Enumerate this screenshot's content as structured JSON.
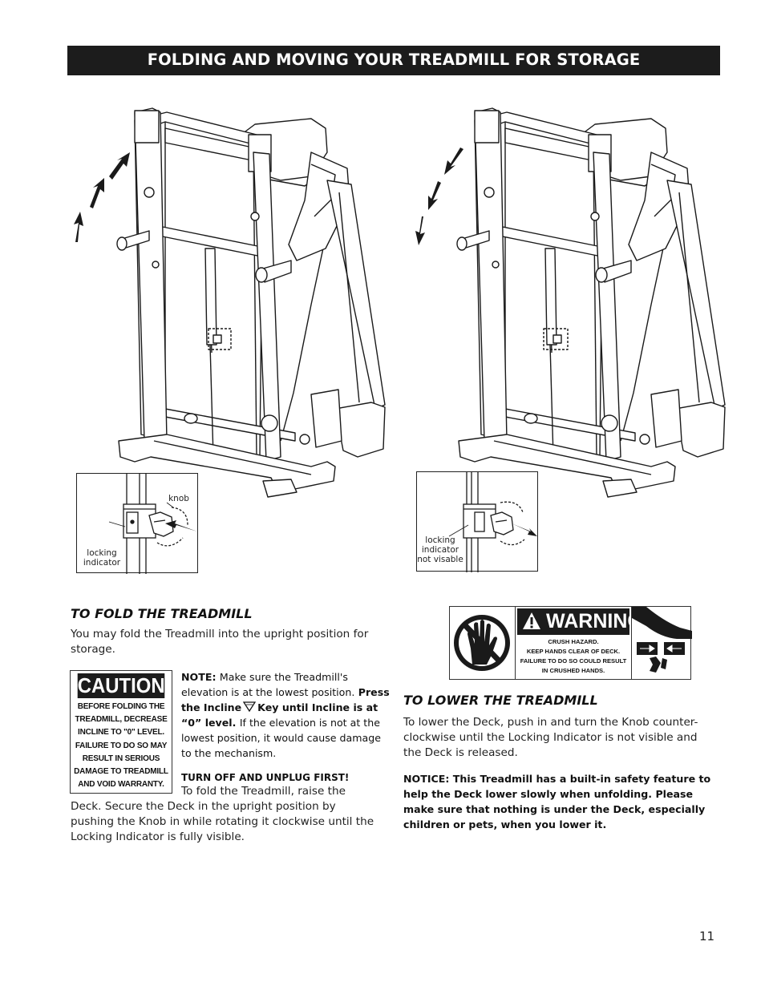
{
  "header": {
    "title": "FOLDING AND MOVING YOUR TREADMILL FOR STORAGE"
  },
  "figure_fold": {
    "inset_labels": {
      "knob": "knob",
      "locking_indicator": "locking\nindicator"
    }
  },
  "figure_lower": {
    "inset_labels": {
      "locking_indicator": "locking\nindicator\nnot visable"
    }
  },
  "fold_section": {
    "heading": "TO FOLD THE TREADMILL",
    "intro": "You may fold the Treadmill into the upright position for storage.",
    "caution": {
      "title": "CAUTION",
      "text": "BEFORE FOLDING THE TREADMILL, DECREASE INCLINE TO \"0\" LEVEL. FAILURE TO DO SO MAY RESULT IN SERIOUS DAMAGE TO TREADMILL AND VOID WARRANTY."
    },
    "note_label": "NOTE:",
    "note_part1": "Make sure the Treadmill's elevation is at the lowest position.",
    "note_press": "Press the Incline",
    "note_press_after": "Key until Incline is at “0” level.",
    "note_part2": "If the elevation is not at the lowest position, it would cause damage to the mechanism.",
    "turn_off": "TURN OFF AND UNPLUG FIRST!",
    "steps": "To fold the Treadmill, raise the Deck. Secure the Deck in the upright position by pushing the Knob in while rotating it clockwise until the Locking Indicator is fully visible."
  },
  "warning_label": {
    "title": "WARNING",
    "text": "CRUSH HAZARD.\nKEEP HANDS CLEAR OF DECK.\nFAILURE TO DO SO COULD RESULT\nIN CRUSHED HANDS."
  },
  "lower_section": {
    "heading": "TO LOWER THE TREADMILL",
    "body": "To lower the Deck, push in and turn the Knob counter-clockwise until the Locking Indicator is not visible and the Deck is released.",
    "notice": "NOTICE: This Treadmill has a built-in safety feature to help the Deck lower slowly when unfolding. Please make sure that nothing is under the Deck, especially children or pets, when you lower it."
  },
  "footer": {
    "page_number": "11"
  },
  "icons": [
    "arrow-up-icon",
    "arrow-down-icon",
    "prohibited-hand-icon",
    "warning-triangle-icon",
    "crushed-hand-icon",
    "incline-down-triangle-icon"
  ]
}
